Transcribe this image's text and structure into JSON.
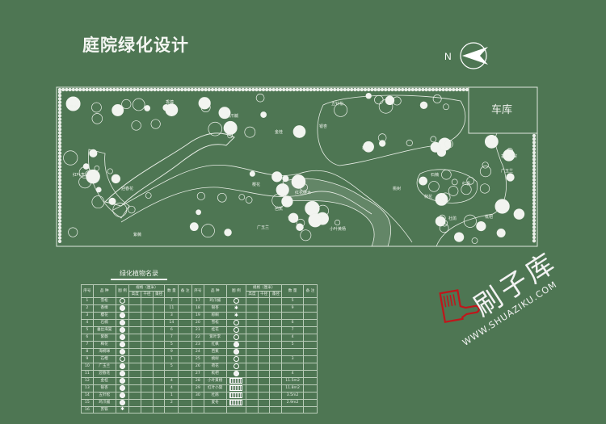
{
  "title": "庭院绿化设计",
  "north_label": "N",
  "garage_label": "车库",
  "plan_labels": [
    "榉树",
    "香樟",
    "鸡爪槭",
    "金桂",
    "红叶李",
    "紫薇",
    "银杏",
    "桂花",
    "石楠",
    "枇杷",
    "樱花",
    "广玉兰",
    "雪松",
    "五针松",
    "荷花",
    "垂丝海棠",
    "红花继木",
    "小叶黄杨",
    "芭蕉",
    "桃树",
    "红枫",
    "广玉兰",
    "迎春花",
    "杜鹃"
  ],
  "table": {
    "title": "绿化植物名录",
    "headers": {
      "no": "序号",
      "name": "品 种",
      "legend": "图 例",
      "spec": "规格（厘米）",
      "height": "高度",
      "trunk": "干径",
      "crown": "蓬径",
      "qty": "数 量",
      "note": "备 注"
    },
    "left_rows": [
      {
        "no": "1",
        "name": "雪松",
        "qty": "7",
        "legend": "ring"
      },
      {
        "no": "2",
        "name": "香樟",
        "qty": "11",
        "legend": "fill"
      },
      {
        "no": "3",
        "name": "樱花",
        "qty": "3",
        "legend": "fill"
      },
      {
        "no": "4",
        "name": "石楠",
        "qty": "14",
        "legend": "fill"
      },
      {
        "no": "5",
        "name": "垂丝海棠",
        "qty": "6",
        "legend": "fill"
      },
      {
        "no": "6",
        "name": "紫薇",
        "qty": "7",
        "legend": "fill"
      },
      {
        "no": "7",
        "name": "梅花",
        "qty": "5",
        "legend": "fill"
      },
      {
        "no": "8",
        "name": "海桐球",
        "qty": "9",
        "legend": "fill"
      },
      {
        "no": "9",
        "name": "石榴",
        "qty": "1",
        "legend": "ring"
      },
      {
        "no": "10",
        "name": "广玉兰",
        "qty": "5",
        "legend": "fill"
      },
      {
        "no": "11",
        "name": "迎春花",
        "qty": "",
        "legend": "fill"
      },
      {
        "no": "12",
        "name": "金桂",
        "qty": "4",
        "legend": "fill"
      },
      {
        "no": "13",
        "name": "银杏",
        "qty": "4",
        "legend": "fill"
      },
      {
        "no": "14",
        "name": "五针松",
        "qty": "1",
        "legend": "fill"
      },
      {
        "no": "15",
        "name": "鸡爪槭",
        "qty": "2",
        "legend": "fill"
      },
      {
        "no": "16",
        "name": "苏铁",
        "qty": "",
        "legend": "star"
      }
    ],
    "right_rows": [
      {
        "no": "17",
        "name": "鸡爪槭",
        "qty": "5",
        "legend": "ring"
      },
      {
        "no": "18",
        "name": "银杏",
        "qty": "9",
        "legend": "star"
      },
      {
        "no": "19",
        "name": "棕榈",
        "qty": "",
        "legend": "star"
      },
      {
        "no": "20",
        "name": "雪松",
        "qty": "6",
        "legend": "ring"
      },
      {
        "no": "21",
        "name": "桂花",
        "qty": "7",
        "legend": "ring"
      },
      {
        "no": "22",
        "name": "紫叶李",
        "qty": "4",
        "legend": "ring"
      },
      {
        "no": "23",
        "name": "红枫",
        "qty": "5",
        "legend": "fill"
      },
      {
        "no": "24",
        "name": "芭蕉",
        "qty": "",
        "legend": "fill"
      },
      {
        "no": "25",
        "name": "桃树",
        "qty": "3",
        "legend": "ring"
      },
      {
        "no": "26",
        "name": "荷花",
        "qty": "",
        "legend": "ring"
      },
      {
        "no": "27",
        "name": "枇杷",
        "qty": "4",
        "legend": "fill"
      },
      {
        "no": "28",
        "name": "小叶黄杨",
        "qty": "11.5m2",
        "legend": "hatch"
      },
      {
        "no": "29",
        "name": "红叶小檗",
        "qty": "11.8m2",
        "legend": "hatch"
      },
      {
        "no": "30",
        "name": "杜鹃",
        "qty": "3.5m2",
        "legend": "hatch"
      },
      {
        "no": "",
        "name": "麦冬",
        "qty": "2.9m2",
        "legend": "hatch"
      },
      {
        "no": "",
        "name": "",
        "qty": "",
        "legend": ""
      }
    ]
  },
  "watermark": {
    "cn": "刷子库",
    "en": "WWW.SHUAZIKU.COM",
    "color": "#c0161b"
  },
  "colors": {
    "board": "#4e7653",
    "line": "#e6ece4"
  }
}
